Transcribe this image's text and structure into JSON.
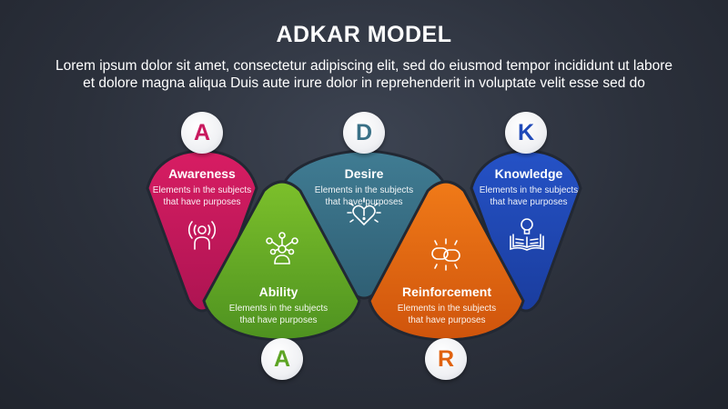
{
  "header": {
    "title": "ADKAR MODEL",
    "subtitle_line1": "Lorem ipsum dolor sit amet, consectetur adipiscing elit, sed do eiusmod tempor incididunt ut labore",
    "subtitle_line2": "et dolore magna aliqua Duis aute irure dolor in reprehenderit in voluptate velit esse sed do"
  },
  "stages": [
    {
      "letter": "A",
      "name": "Awareness",
      "desc_line1": "Elements in the subjects",
      "desc_line2": "that have purposes",
      "color": "#c8195e",
      "icon": "broadcast-person-icon"
    },
    {
      "letter": "D",
      "name": "Desire",
      "desc_line1": "Elements in the subjects",
      "desc_line2": "that have purposes",
      "color": "#3a7187",
      "icon": "heart-alert-icon"
    },
    {
      "letter": "K",
      "name": "Knowledge",
      "desc_line1": "Elements in the subjects",
      "desc_line2": "that have purposes",
      "color": "#1f49b8",
      "icon": "book-lightbulb-icon"
    },
    {
      "letter": "A",
      "name": "Ability",
      "desc_line1": "Elements in the subjects",
      "desc_line2": "that have purposes",
      "color": "#5da424",
      "icon": "person-network-icon"
    },
    {
      "letter": "R",
      "name": "Reinforcement",
      "desc_line1": "Elements in the subjects",
      "desc_line2": "that have purposes",
      "color": "#e0620f",
      "icon": "chain-link-icon"
    }
  ]
}
